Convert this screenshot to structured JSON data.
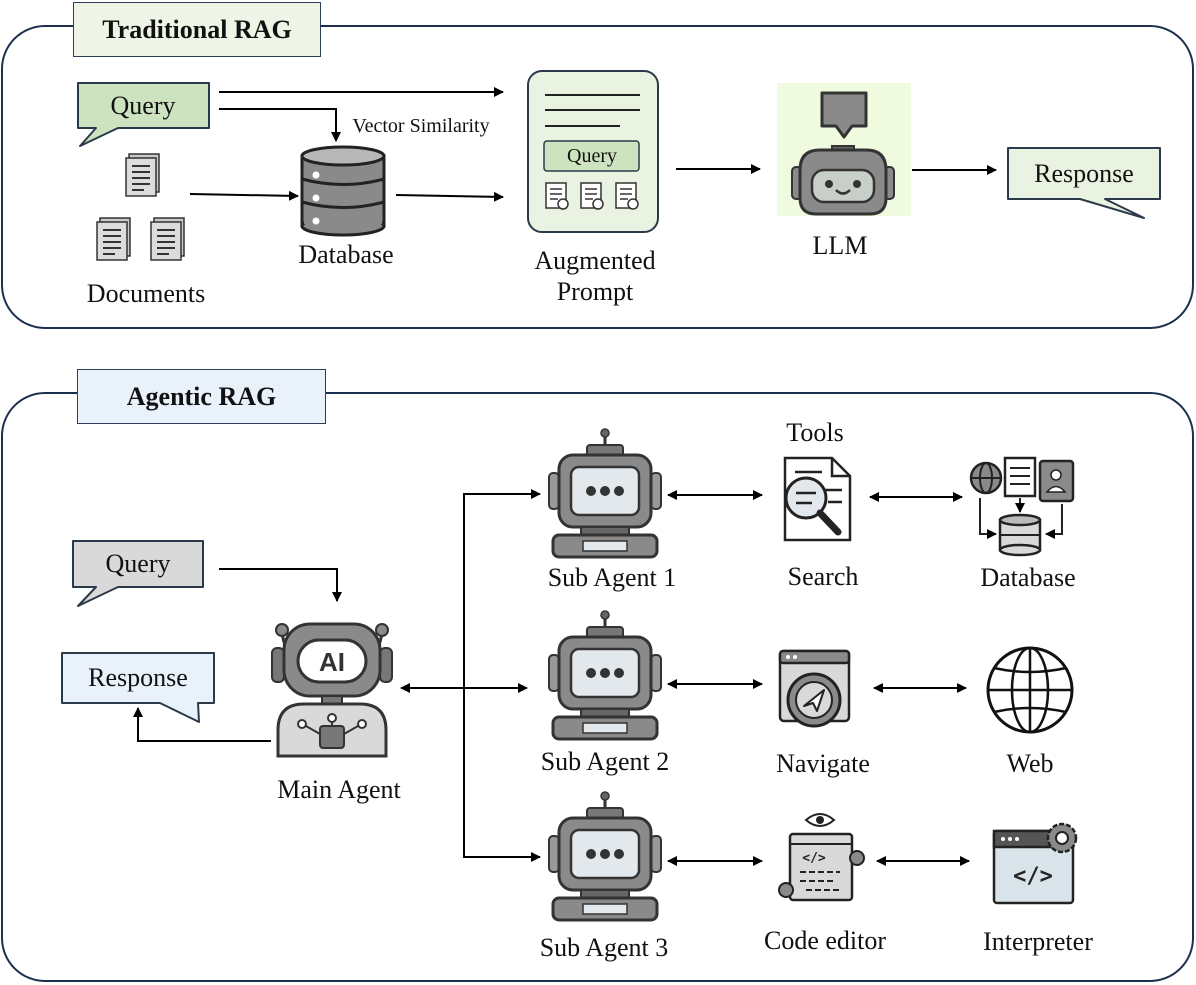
{
  "traditional": {
    "title": "Traditional RAG",
    "query": "Query",
    "vector_similarity": "Vector Similarity",
    "documents": "Documents",
    "database": "Database",
    "prompt_query": "Query",
    "augmented_prompt_line1": "Augmented",
    "augmented_prompt_line2": "Prompt",
    "llm": "LLM",
    "response": "Response"
  },
  "agentic": {
    "title": "Agentic RAG",
    "query": "Query",
    "response": "Response",
    "main_agent": "Main Agent",
    "tools_heading": "Tools",
    "sub_agents": [
      "Sub Agent 1",
      "Sub Agent 2",
      "Sub Agent 3"
    ],
    "tools": [
      "Search",
      "Navigate",
      "Code editor"
    ],
    "sources": [
      "Database",
      "Web",
      "Interpreter"
    ]
  },
  "colors": {
    "panel_border": "#1d2f4f",
    "trad_title_bg": "#eef5e6",
    "agentic_title_bg": "#e9f1fb",
    "green_bubble": "#cde3c0",
    "light_green": "#eaf3e1",
    "gray_bubble": "#d9d9d9",
    "blue_bubble": "#e9f1fb",
    "llm_bg": "#f0fadf",
    "robot_gray": "#8a8a8a",
    "robot_screen": "#e3e8ec"
  }
}
